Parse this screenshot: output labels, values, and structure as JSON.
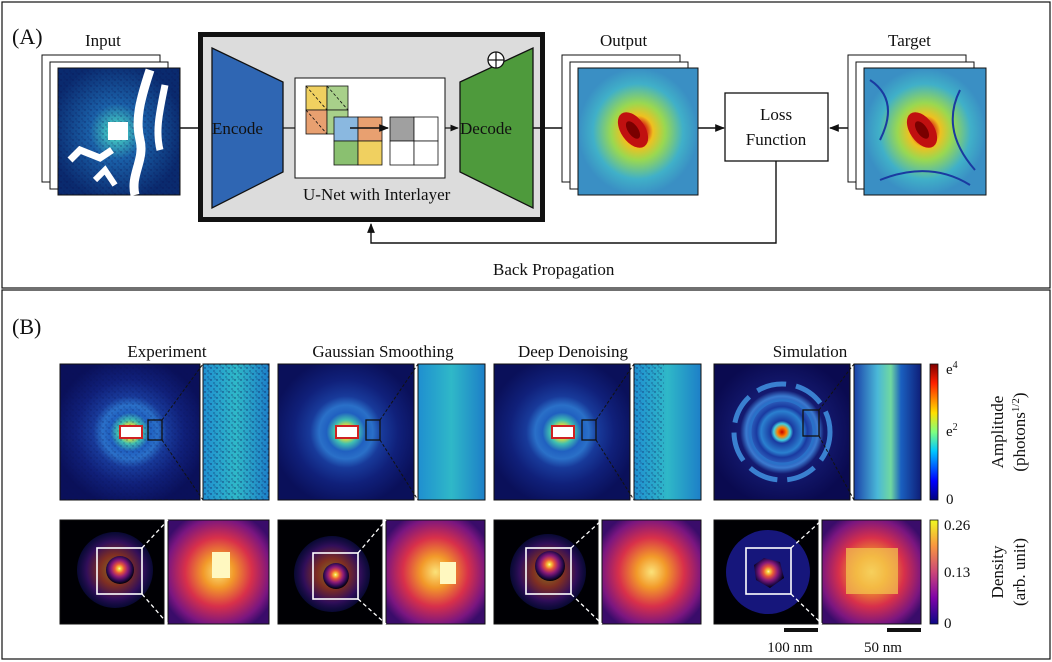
{
  "panel_a": {
    "label": "(A)",
    "input_title": "Input",
    "output_title": "Output",
    "target_title": "Target",
    "encode": "Encode",
    "decode": "Decode",
    "unet_label": "U-Net with Interlayer",
    "loss_line1": "Loss",
    "loss_line2": "Function",
    "backprop": "Back Propagation"
  },
  "panel_b": {
    "label": "(B)",
    "columns": [
      "Experiment",
      "Gaussian Smoothing",
      "Deep Denoising",
      "Simulation"
    ],
    "amp_ticks": [
      "e",
      "e",
      "0"
    ],
    "amp_tick_sup": [
      "4",
      "2",
      ""
    ],
    "amp_label_line1": "Amplitude",
    "amp_label_line2_pre": "(photons",
    "amp_label_sup": "1/2",
    "amp_label_line2_post": ")",
    "dens_ticks": [
      "0.26",
      "0.13",
      "0"
    ],
    "dens_label_line1": "Density",
    "dens_label_line2": "(arb. unit)",
    "scale_left": "100 nm",
    "scale_right": "50 nm"
  },
  "colors": {
    "gray_box": "#dcdcdc",
    "encode": "#2f66b3",
    "decode": "#4e9a3c",
    "jet_dark": "#00007f",
    "density_dark": "#000004"
  }
}
